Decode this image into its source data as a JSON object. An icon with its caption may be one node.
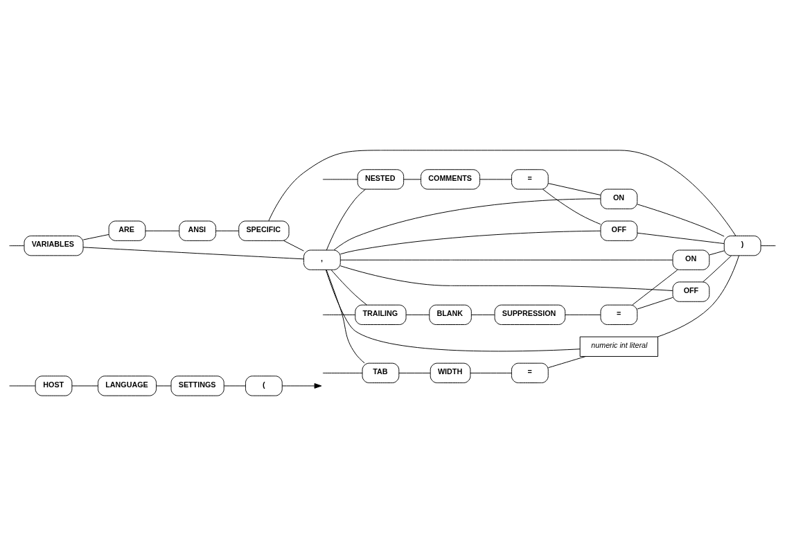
{
  "diagram": {
    "nodes": [
      {
        "text": [
          "HOST"
        ]
      },
      {
        "text": [
          "LANGUAGE"
        ]
      },
      {
        "text": [
          "SETTINGS"
        ]
      },
      {
        "text": [
          "("
        ]
      },
      {
        "text": [
          "VARIABLES"
        ]
      },
      {
        "text": [
          "ARE"
        ]
      },
      {
        "text": [
          "ANSI"
        ]
      },
      {
        "text": [
          "SPECIFIC"
        ]
      },
      {
        "text": [
          "NESTED"
        ]
      },
      {
        "text": [
          "COMMENTS"
        ]
      },
      {
        "text": [
          "="
        ]
      },
      {
        "text": [
          "ON"
        ]
      },
      {
        "text": [
          "OFF"
        ]
      },
      {
        "text": [
          "TRAILING"
        ]
      },
      {
        "text": [
          "BLANK"
        ]
      },
      {
        "text": [
          "SUPPRESSION"
        ]
      },
      {
        "text": [
          "="
        ]
      },
      {
        "text": [
          "ON"
        ]
      },
      {
        "text": [
          "OFF"
        ]
      },
      {
        "text": [
          "TAB"
        ]
      },
      {
        "text": [
          "WIDTH"
        ]
      },
      {
        "text": [
          "="
        ]
      },
      {
        "text": [
          "numeric int literal"
        ]
      },
      {
        "text": [
          ")"
        ]
      },
      {
        "text": [
          ","
        ]
      }
    ],
    "edges": [
      {
        "from": null,
        "to": 0,
        "arrow": "none"
      },
      {
        "from": 0,
        "to": 1,
        "arrow": "none"
      },
      {
        "from": 1,
        "to": 2,
        "arrow": "none"
      },
      {
        "from": 2,
        "to": 3,
        "arrow": "none"
      },
      {
        "from": 3,
        "to": null,
        "arrow": "to"
      },
      {
        "from": null,
        "to": 4,
        "arrow": "none"
      },
      {
        "from": null,
        "to": 8,
        "arrow": "none"
      },
      {
        "from": null,
        "to": 13,
        "arrow": "none"
      },
      {
        "from": null,
        "to": 19,
        "arrow": "none"
      },
      {
        "from": 24,
        "to": 4,
        "arrow": "none"
      },
      {
        "from": 24,
        "to": 8,
        "arrow": "none"
      },
      {
        "from": 24,
        "to": 13,
        "arrow": "none"
      },
      {
        "from": 24,
        "to": 19,
        "arrow": "none"
      },
      {
        "from": 4,
        "to": 5,
        "arrow": "none"
      },
      {
        "from": 5,
        "to": 6,
        "arrow": "none"
      },
      {
        "from": 6,
        "to": 7,
        "arrow": "none"
      },
      {
        "from": 8,
        "to": 9,
        "arrow": "none"
      },
      {
        "from": 9,
        "to": 10,
        "arrow": "none"
      },
      {
        "from": 10,
        "to": 11,
        "arrow": "none"
      },
      {
        "from": 10,
        "to": 12,
        "arrow": "none"
      },
      {
        "from": 13,
        "to": 14,
        "arrow": "none"
      },
      {
        "from": 14,
        "to": 15,
        "arrow": "none"
      },
      {
        "from": 15,
        "to": 16,
        "arrow": "none"
      },
      {
        "from": 16,
        "to": 17,
        "arrow": "none"
      },
      {
        "from": 16,
        "to": 18,
        "arrow": "none"
      },
      {
        "from": 19,
        "to": 20,
        "arrow": "none"
      },
      {
        "from": 20,
        "to": 21,
        "arrow": "none"
      },
      {
        "from": 21,
        "to": 22,
        "arrow": "none"
      },
      {
        "from": 7,
        "to": 23,
        "arrow": "none"
      },
      {
        "from": 11,
        "to": 23,
        "arrow": "none"
      },
      {
        "from": 12,
        "to": 23,
        "arrow": "none"
      },
      {
        "from": 17,
        "to": 23,
        "arrow": "none"
      },
      {
        "from": 18,
        "to": 23,
        "arrow": "none"
      },
      {
        "from": 22,
        "to": 23,
        "arrow": "none"
      },
      {
        "from": 7,
        "to": 24,
        "arrow": "none"
      },
      {
        "from": 11,
        "to": 24,
        "arrow": "none"
      },
      {
        "from": 12,
        "to": 24,
        "arrow": "none"
      },
      {
        "from": 17,
        "to": 24,
        "arrow": "none"
      },
      {
        "from": 18,
        "to": 24,
        "arrow": "none"
      },
      {
        "from": 22,
        "to": 24,
        "arrow": "none"
      },
      {
        "from": 23,
        "to": null,
        "arrow": "none"
      }
    ]
  }
}
